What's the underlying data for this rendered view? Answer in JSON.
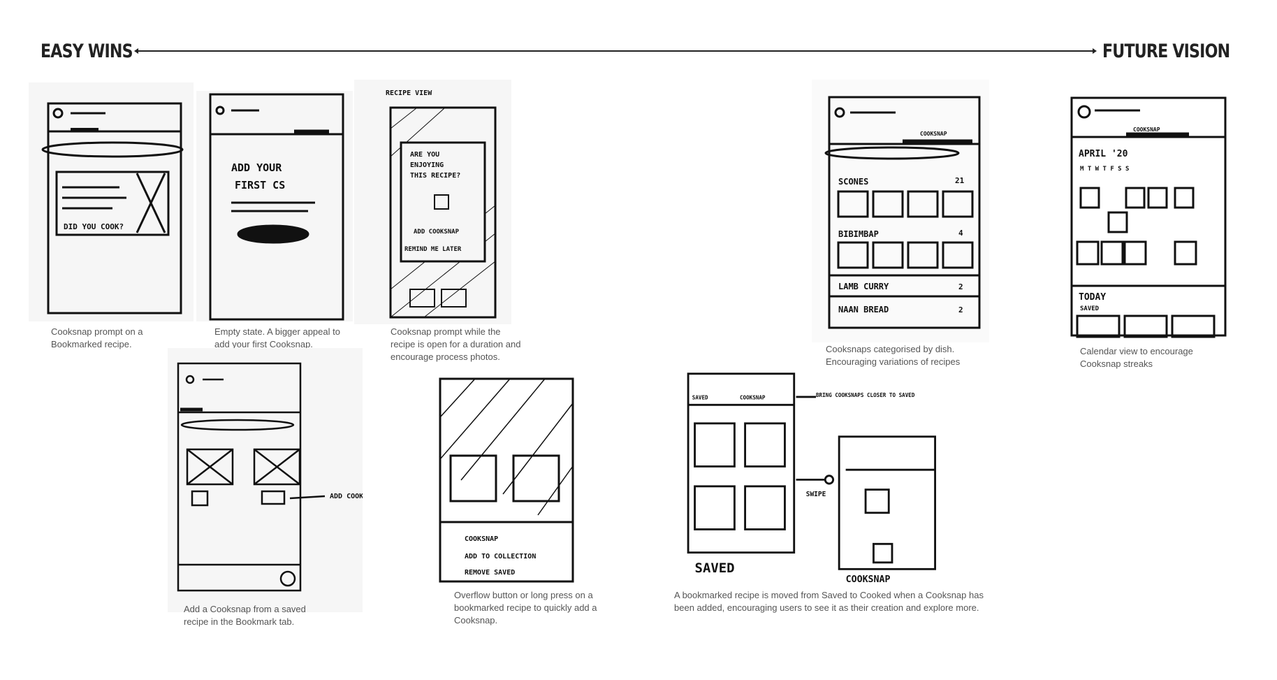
{
  "header": {
    "left_label": "EASY WINS",
    "right_label": "FUTURE VISION"
  },
  "sketches": [
    {
      "caption": "Cooksnap prompt on a Bookmarked recipe.",
      "labels": [
        "DID YOU COOK?"
      ]
    },
    {
      "caption": "Empty state. A bigger appeal to add your first Cooksnap.",
      "labels": [
        "ADD YOUR",
        "FIRST CS"
      ]
    },
    {
      "caption": "Cooksnap prompt while the recipe is open for a duration and encourage process photos.",
      "labels": [
        "RECIPE VIEW",
        "ARE YOU",
        "ENJOYING",
        "THIS RECIPE?",
        "ADD COOKSNAP",
        "REMIND ME LATER"
      ]
    },
    {
      "caption": "Cooksnaps categorised by dish. Encouraging variations of recipes",
      "labels": [
        "COOKSNAP",
        "SCONES",
        "21",
        "BIBIMBAP",
        "4",
        "LAMB CURRY",
        "2",
        "NAAN BREAD",
        "2"
      ]
    },
    {
      "caption": "Calendar view to encourage Cooksnap streaks",
      "labels": [
        "COOKSNAP",
        "APRIL '20",
        "M T W T F S S",
        "TODAY",
        "SAVED"
      ]
    },
    {
      "caption": "Add a Cooksnap from a saved recipe in the Bookmark tab.",
      "labels": [
        "ADD COOKSNAP."
      ]
    },
    {
      "caption": "Overflow button or long press on a bookmarked recipe to quickly add a Cooksnap.",
      "labels": [
        "COOKSNAP",
        "ADD TO COLLECTION",
        "REMOVE SAVED"
      ]
    },
    {
      "caption": "A bookmarked recipe is moved from Saved to Cooked when a Cooksnap has been added, encouraging users to see it as their creation and explore more.",
      "labels": [
        "SAVED",
        "COOKSNAP",
        "BRING COOKSNAPS CLOSER TO SAVED",
        "SWIPE",
        "SAVED",
        "COOKSNAP"
      ]
    }
  ]
}
